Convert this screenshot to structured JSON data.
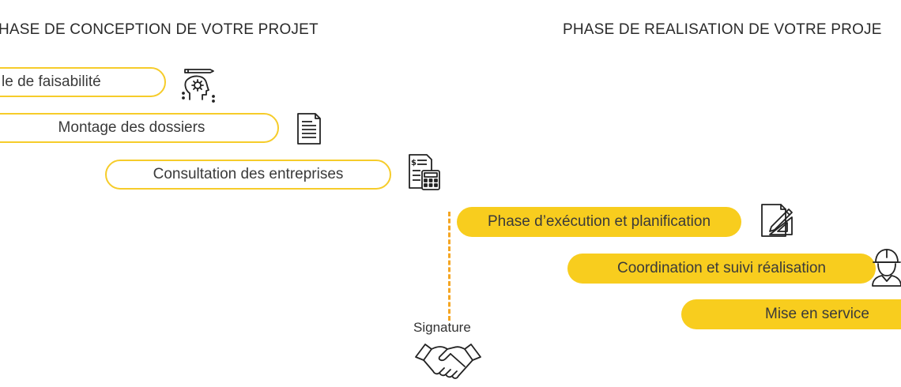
{
  "titles": {
    "conception": "HASE DE CONCEPTION DE VOTRE PROJET",
    "realisation": "PHASE DE REALISATION DE VOTRE PROJE"
  },
  "steps": [
    {
      "label": "le de faisabilité",
      "style": "outline",
      "icon": "engineer-head-gear-icon"
    },
    {
      "label": "Montage des dossiers",
      "style": "outline",
      "icon": "document-icon"
    },
    {
      "label": "Consultation des entreprises",
      "style": "outline",
      "icon": "invoice-calculator-icon"
    },
    {
      "label": "Phase d’exécution et planification",
      "style": "filled",
      "icon": "pencil-ruler-icon"
    },
    {
      "label": "Coordination et suivi réalisation",
      "style": "filled",
      "icon": "construction-worker-icon"
    },
    {
      "label": "Mise en service",
      "style": "filled",
      "icon": ""
    }
  ],
  "signature": {
    "label": "Signature",
    "icon": "handshake-icon"
  },
  "colors": {
    "accent": "#f8cd1e",
    "outline": "#f6cc2a",
    "dash": "#f5a623"
  }
}
